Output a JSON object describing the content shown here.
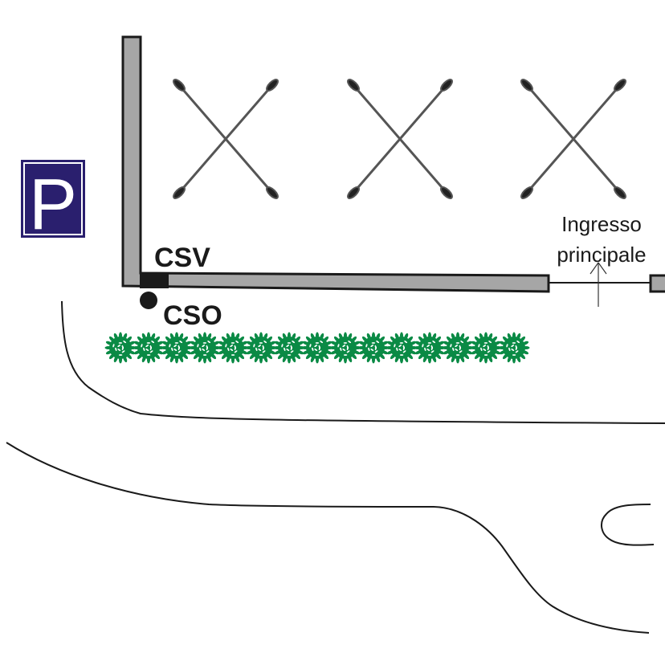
{
  "diagram": {
    "title": "Site map",
    "colors": {
      "wall_fill": "#a6a6a6",
      "wall_stroke": "#1a1a1a",
      "parking_blue": "#2a1f6e",
      "shrub_green": "#0a8a45",
      "cross_gray": "#555555",
      "line": "#1a1a1a"
    },
    "labels": {
      "parking": "P",
      "csv": "CSV",
      "cso": "CSO",
      "entrance_line1": "Ingresso",
      "entrance_line2": "principale"
    },
    "symbols": {
      "parking_sign": "parking-sign-icon",
      "csv_marker": "filled-rectangle",
      "cso_marker": "filled-circle",
      "entrance_arrow": "arrow-up-icon",
      "tree_cross": "cross-icon",
      "shrub": "shrub-icon"
    },
    "tree_crosses_count": 3,
    "shrubs_count": 15
  }
}
